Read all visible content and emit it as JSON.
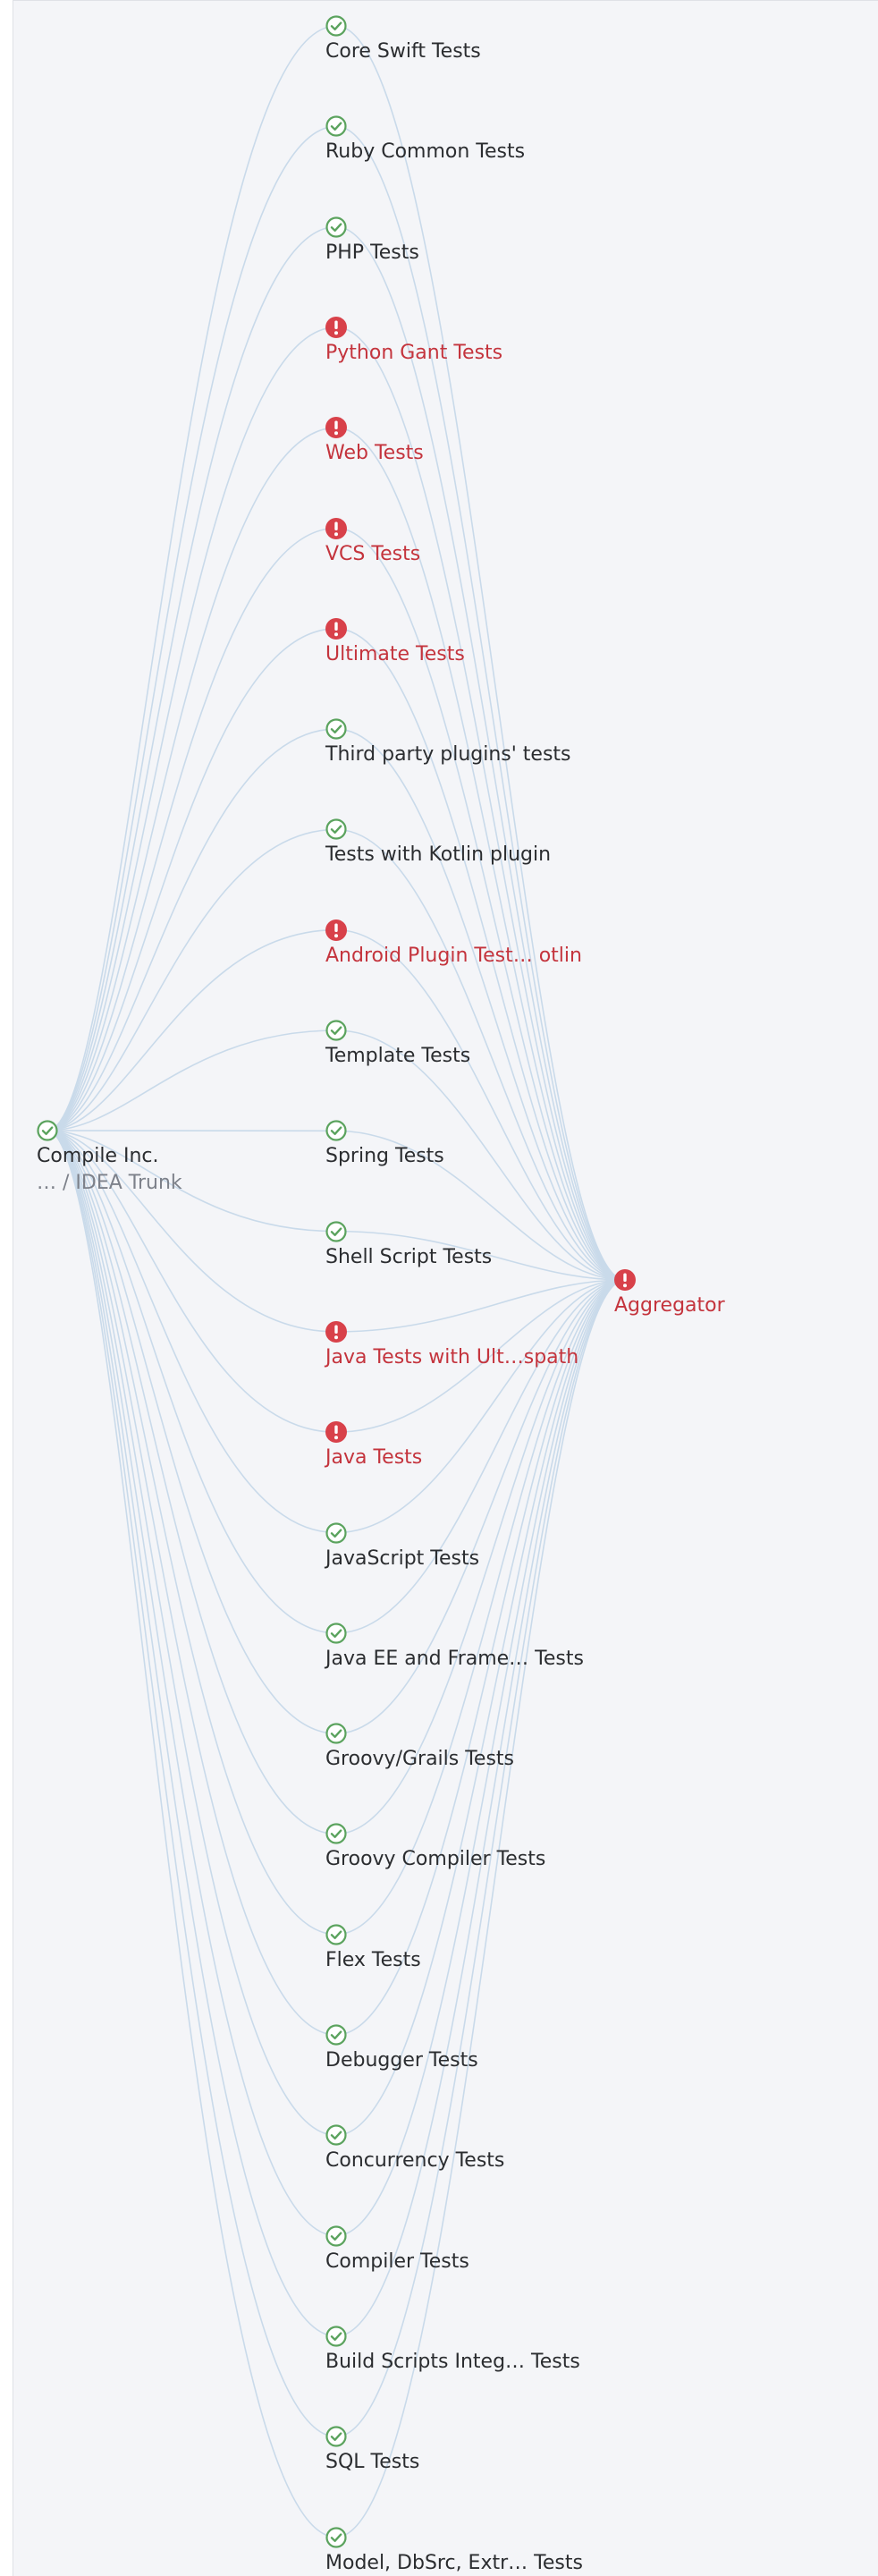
{
  "colors": {
    "success": "#5ba35e",
    "failure": "#d8414a",
    "failure_text": "#c4343d",
    "edge": "#c9daea",
    "background": "#f4f5f8"
  },
  "icons": {
    "success": "check-circle-icon",
    "failure": "exclamation-circle-icon"
  },
  "source": {
    "label": "Compile Inc.",
    "path": "… / IDEA Trunk",
    "status": "success"
  },
  "target": {
    "label": "Aggregator",
    "status": "failed"
  },
  "tests": [
    {
      "label": "Core Swift Tests",
      "status": "success"
    },
    {
      "label": "Ruby Common Tests",
      "status": "success"
    },
    {
      "label": "PHP Tests",
      "status": "success"
    },
    {
      "label": "Python Gant Tests",
      "status": "failed"
    },
    {
      "label": "Web Tests",
      "status": "failed"
    },
    {
      "label": "VCS Tests",
      "status": "failed"
    },
    {
      "label": "Ultimate Tests",
      "status": "failed"
    },
    {
      "label": "Third party plugins' tests",
      "status": "success"
    },
    {
      "label": "Tests with Kotlin plugin",
      "status": "success"
    },
    {
      "label": "Android Plugin Test… otlin",
      "status": "failed"
    },
    {
      "label": "Template Tests",
      "status": "success"
    },
    {
      "label": "Spring Tests",
      "status": "success"
    },
    {
      "label": "Shell Script Tests",
      "status": "success"
    },
    {
      "label": "Java Tests with Ult…spath",
      "status": "failed"
    },
    {
      "label": "Java Tests",
      "status": "failed"
    },
    {
      "label": "JavaScript Tests",
      "status": "success"
    },
    {
      "label": "Java EE and Frame… Tests",
      "status": "success"
    },
    {
      "label": "Groovy/Grails Tests",
      "status": "success"
    },
    {
      "label": "Groovy Compiler Tests",
      "status": "success"
    },
    {
      "label": "Flex Tests",
      "status": "success"
    },
    {
      "label": "Debugger Tests",
      "status": "success"
    },
    {
      "label": "Concurrency Tests",
      "status": "success"
    },
    {
      "label": "Compiler Tests",
      "status": "success"
    },
    {
      "label": "Build Scripts Integ… Tests",
      "status": "success"
    },
    {
      "label": "SQL Tests",
      "status": "success"
    },
    {
      "label": "Model, DbSrc, Extr… Tests",
      "status": "success"
    }
  ]
}
